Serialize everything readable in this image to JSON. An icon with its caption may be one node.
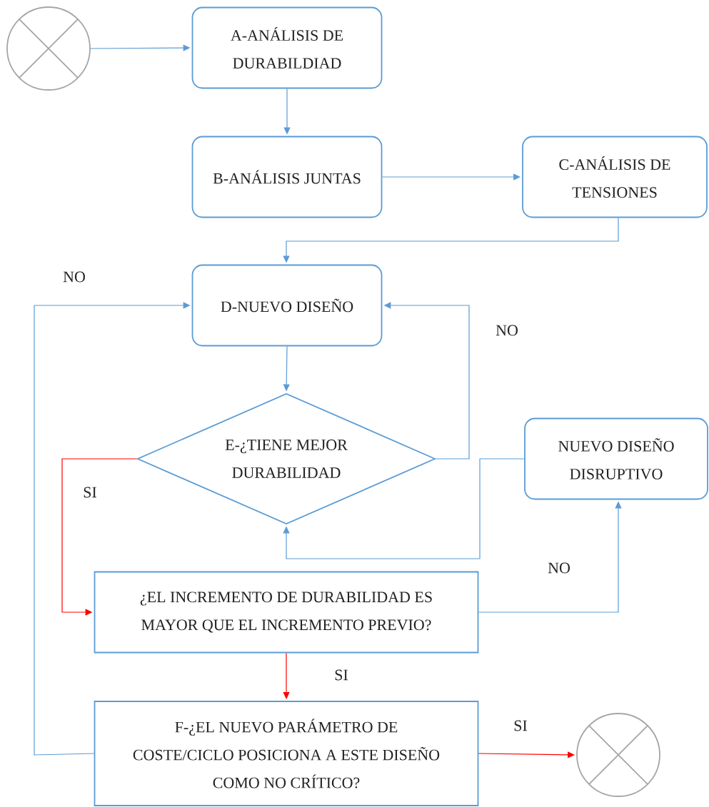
{
  "diagram": {
    "nodes": [
      {
        "text": [],
        "shape": "circle"
      },
      {
        "text": [
          "A-ANÁLISIS DE DURABILDIAD"
        ]
      },
      {
        "text": [
          "B-ANÁLISIS JUNTAS"
        ]
      },
      {
        "text": [
          "C-ANÁLISIS DE TENSIONES"
        ]
      },
      {
        "text": [
          "D-NUEVO DISEÑO"
        ]
      },
      {
        "text": [
          "E-¿TIENE MEJOR DURABILIDAD"
        ]
      },
      {
        "text": [
          "NUEVO DISEÑO DISRUPTIVO"
        ]
      },
      {
        "text": [
          "¿EL INCREMENTO DE DURABILIDAD ES MAYOR QUE EL INCREMENTO PREVIO?"
        ]
      },
      {
        "text": [
          "F-¿EL NUEVO PARÁMETRO DE COSTE/CICLO POSICIONA A ESTE DISEÑO COMO NO CRÍTICO?"
        ]
      },
      {
        "text": [],
        "shape": "circle"
      }
    ],
    "edges": [
      {
        "from": 0,
        "to": 1,
        "arrow": "to"
      },
      {
        "from": 1,
        "to": 2,
        "arrow": "to"
      },
      {
        "from": 2,
        "to": 3,
        "arrow": "to"
      },
      {
        "from": 3,
        "to": 4,
        "arrow": "to"
      },
      {
        "from": 4,
        "to": 5,
        "arrow": "to"
      },
      {
        "from": 5,
        "to": 4,
        "arrow": "to",
        "label": "NO"
      },
      {
        "from": 5,
        "to": 7,
        "arrow": "to",
        "label": "SI",
        "color": "#ff0000"
      },
      {
        "from": 7,
        "to": 6,
        "arrow": "to",
        "label": "NO"
      },
      {
        "from": 6,
        "to": 5,
        "arrow": "to"
      },
      {
        "from": 7,
        "to": 8,
        "arrow": "to",
        "label": "SI",
        "color": "#ff0000"
      },
      {
        "from": 8,
        "to": 4,
        "arrow": "to",
        "label": "NO"
      },
      {
        "from": 8,
        "to": 9,
        "arrow": "to",
        "label": "SI",
        "color": "#ff0000"
      }
    ]
  }
}
